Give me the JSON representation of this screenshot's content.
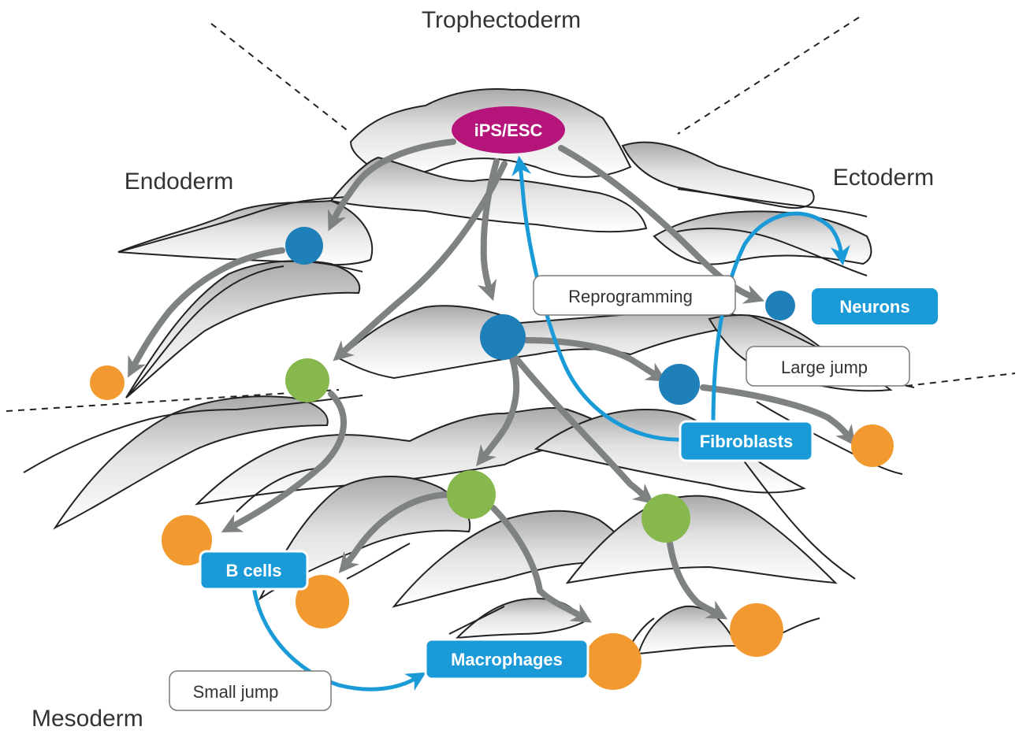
{
  "regions": {
    "trophectoderm": "Trophectoderm",
    "endoderm": "Endoderm",
    "ectoderm": "Ectoderm",
    "mesoderm": "Mesoderm"
  },
  "cell_types": {
    "ips_esc": "iPS/ESC",
    "neurons": "Neurons",
    "fibroblasts": "Fibroblasts",
    "b_cells": "B cells",
    "macrophages": "Macrophages"
  },
  "callouts": {
    "reprogramming": "Reprogramming",
    "large_jump": "Large jump",
    "small_jump": "Small jump"
  },
  "colors": {
    "pluripotent": "#b5157a",
    "progenitor_blue": "#1f7fb8",
    "intermediate_green": "#86b84e",
    "terminal_orange": "#f29a30",
    "conversion_blue": "#1a9bd7",
    "differentiation_grey": "#7f8283"
  }
}
